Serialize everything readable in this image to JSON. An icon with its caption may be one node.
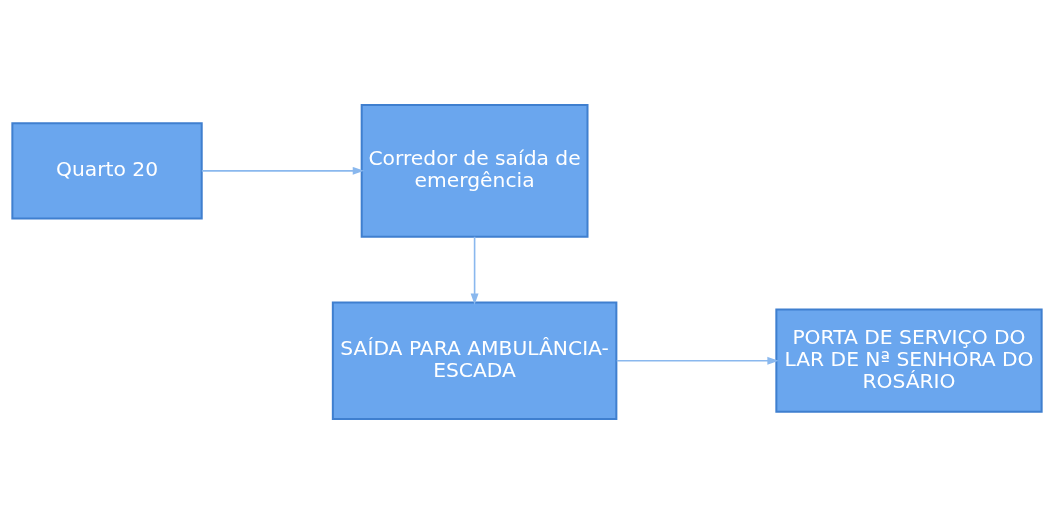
{
  "diagram": {
    "nodes": [
      {
        "text": [
          "Quarto 20"
        ]
      },
      {
        "text": [
          "Corredor de saída de emergência"
        ]
      },
      {
        "text": [
          "SAÍDA PARA AMBULÂNCIA- ESCADA"
        ]
      },
      {
        "text": [
          "PORTA DE SERVIÇO DO LAR DE Nª SENHORA DO ROSÁRIO"
        ]
      }
    ],
    "edges": [
      {
        "from": 0,
        "to": 1,
        "arrow": "to"
      },
      {
        "from": 1,
        "to": 2,
        "arrow": "to"
      },
      {
        "from": 2,
        "to": 3,
        "arrow": "to"
      }
    ]
  }
}
